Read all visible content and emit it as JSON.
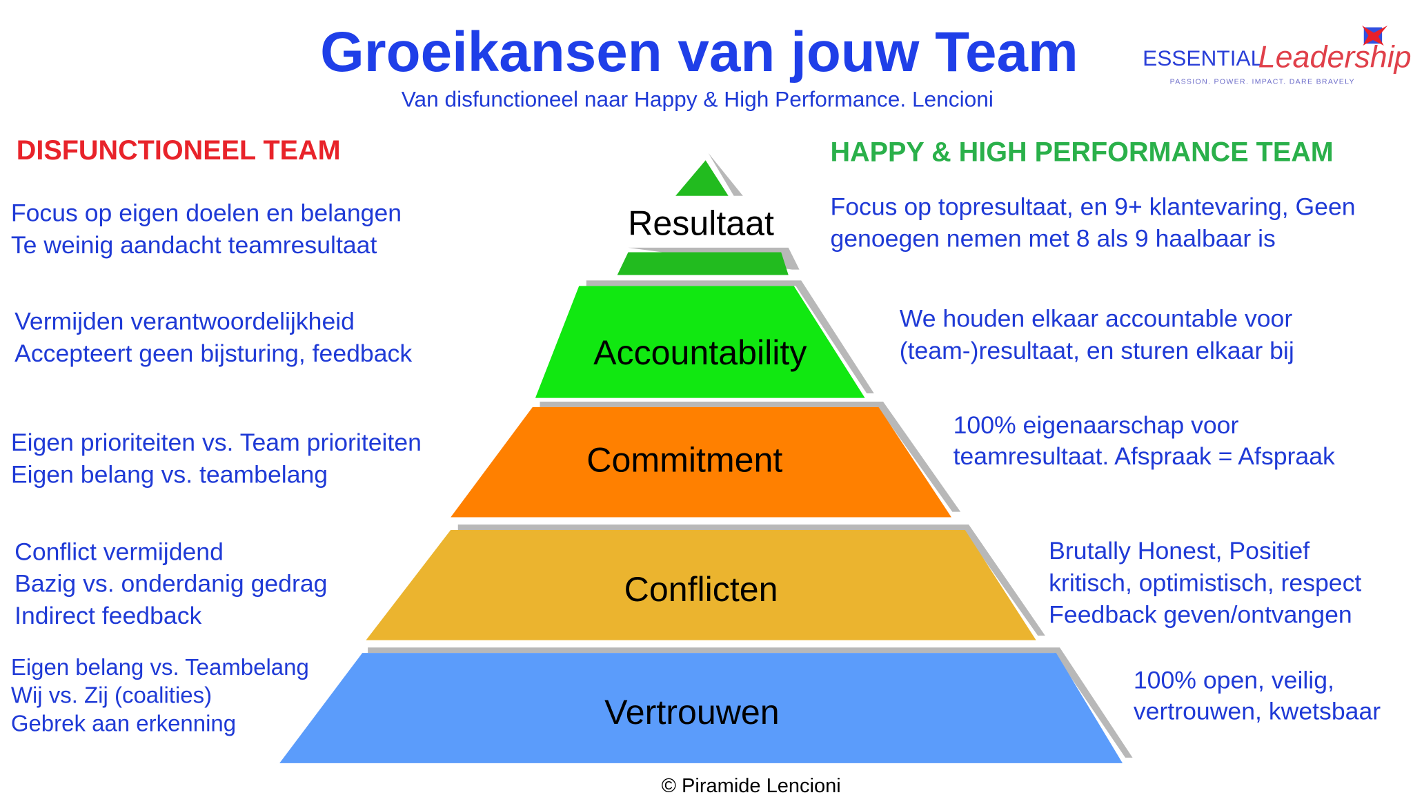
{
  "header": {
    "title": "Groeikansen van jouw Team",
    "subtitle": "Van disfunctioneel naar Happy & High Performance. Lencioni"
  },
  "logo": {
    "word1": "ESSENTIAL",
    "word2": "Leadership",
    "tagline": "PASSION. POWER. IMPACT. DARE BRAVELY"
  },
  "left": {
    "heading": "DISFUNCTIONEEL TEAM",
    "groups": [
      [
        "Focus op eigen doelen en belangen",
        "Te weinig aandacht teamresultaat"
      ],
      [
        "Vermijden verantwoordelijkheid",
        "Accepteert geen bijsturing, feedback"
      ],
      [
        "Eigen prioriteiten vs. Team prioriteiten",
        "Eigen belang vs. teambelang"
      ],
      [
        "Conflict vermijdend",
        "Bazig vs. onderdanig gedrag",
        "Indirect feedback"
      ],
      [
        "Eigen belang vs. Teambelang",
        "Wij vs. Zij (coalities)",
        "Gebrek aan erkenning"
      ]
    ]
  },
  "right": {
    "heading": "HAPPY & HIGH PERFORMANCE TEAM",
    "groups": [
      [
        "Focus op topresultaat, en 9+ klantevaring, Geen",
        "genoegen nemen met 8 als 9 haalbaar is"
      ],
      [
        "We houden elkaar accountable voor",
        "(team-)resultaat, en sturen elkaar bij"
      ],
      [
        "100% eigenaarschap voor",
        "teamresultaat. Afspraak = Afspraak"
      ],
      [
        "Brutally Honest, Positief",
        "kritisch, optimistisch, respect",
        "Feedback geven/ontvangen"
      ],
      [
        "100% open, veilig,",
        "vertrouwen, kwetsbaar"
      ]
    ]
  },
  "pyramid": {
    "levels": [
      {
        "label": "Resultaat",
        "color": "#22bb1f"
      },
      {
        "label": "Accountability",
        "color": "#11e811"
      },
      {
        "label": "Commitment",
        "color": "#ff8000"
      },
      {
        "label": "Conflicten",
        "color": "#ebb42f"
      },
      {
        "label": "Vertrouwen",
        "color": "#5b9cfb"
      }
    ],
    "shadow_color": "#b8b8b8"
  },
  "footer": "© Piramide Lencioni"
}
